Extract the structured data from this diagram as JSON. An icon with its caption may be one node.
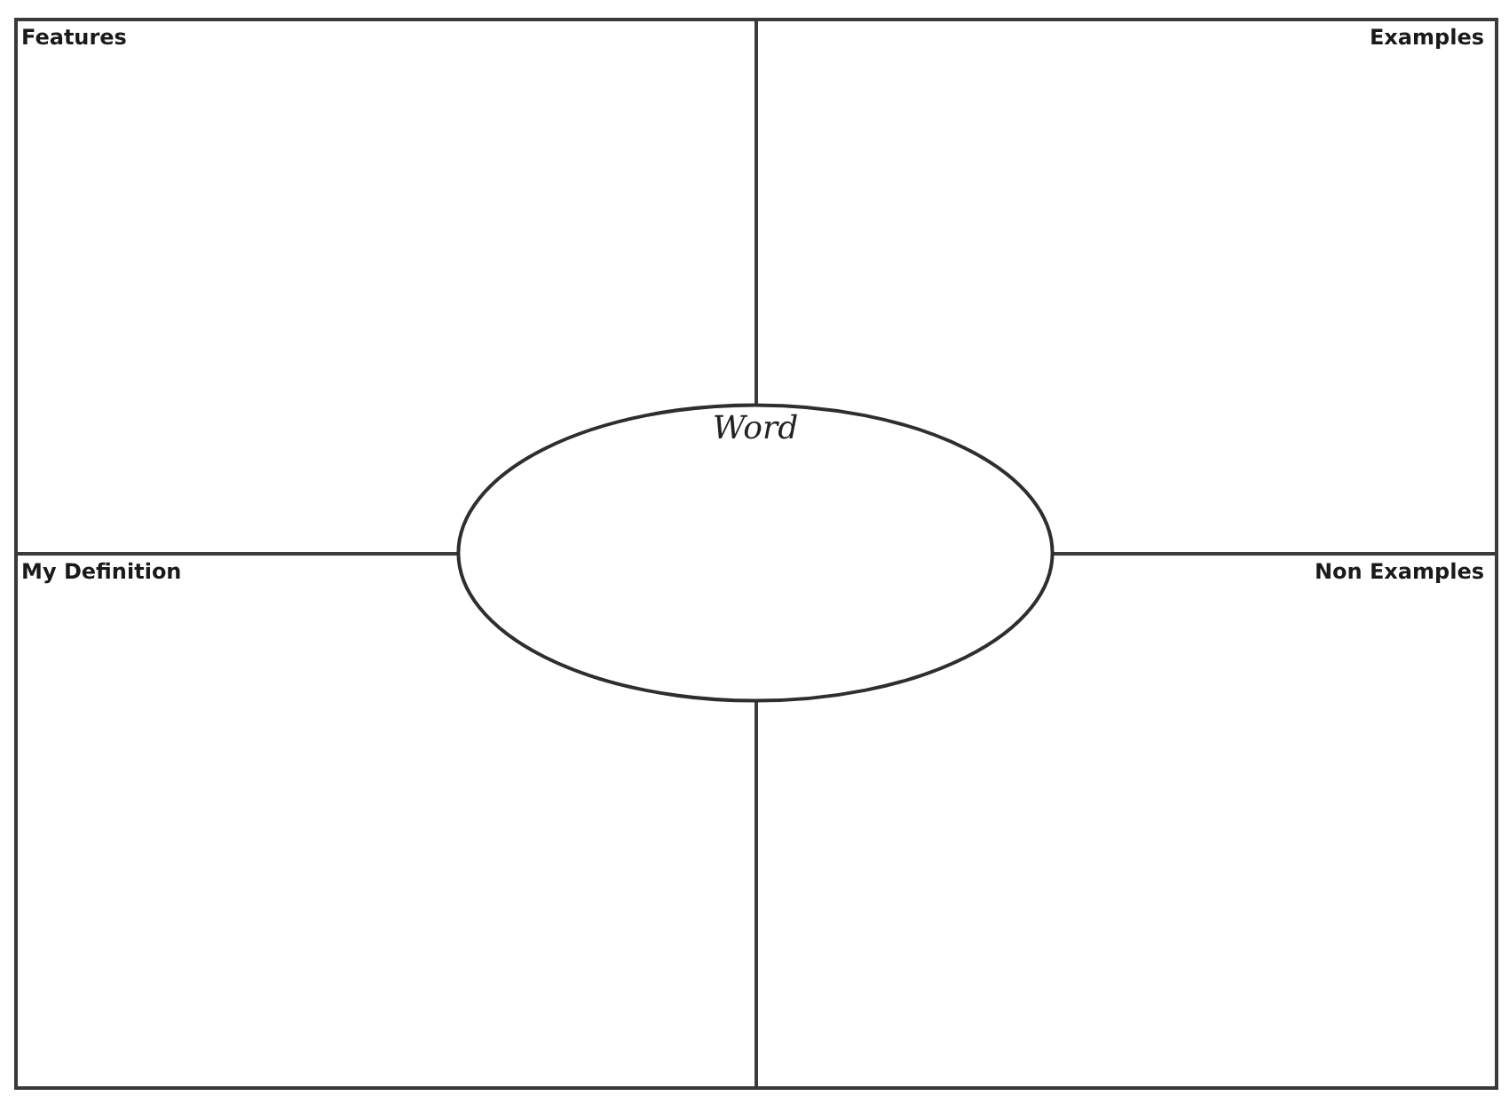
{
  "diagram": {
    "nodes": [
      {
        "text": [
          "Features"
        ]
      },
      {
        "text": [
          "Examples"
        ]
      },
      {
        "text": [
          "My Definition"
        ]
      },
      {
        "text": [
          "Non Examples"
        ]
      },
      {
        "text": [
          "Word"
        ]
      }
    ]
  }
}
